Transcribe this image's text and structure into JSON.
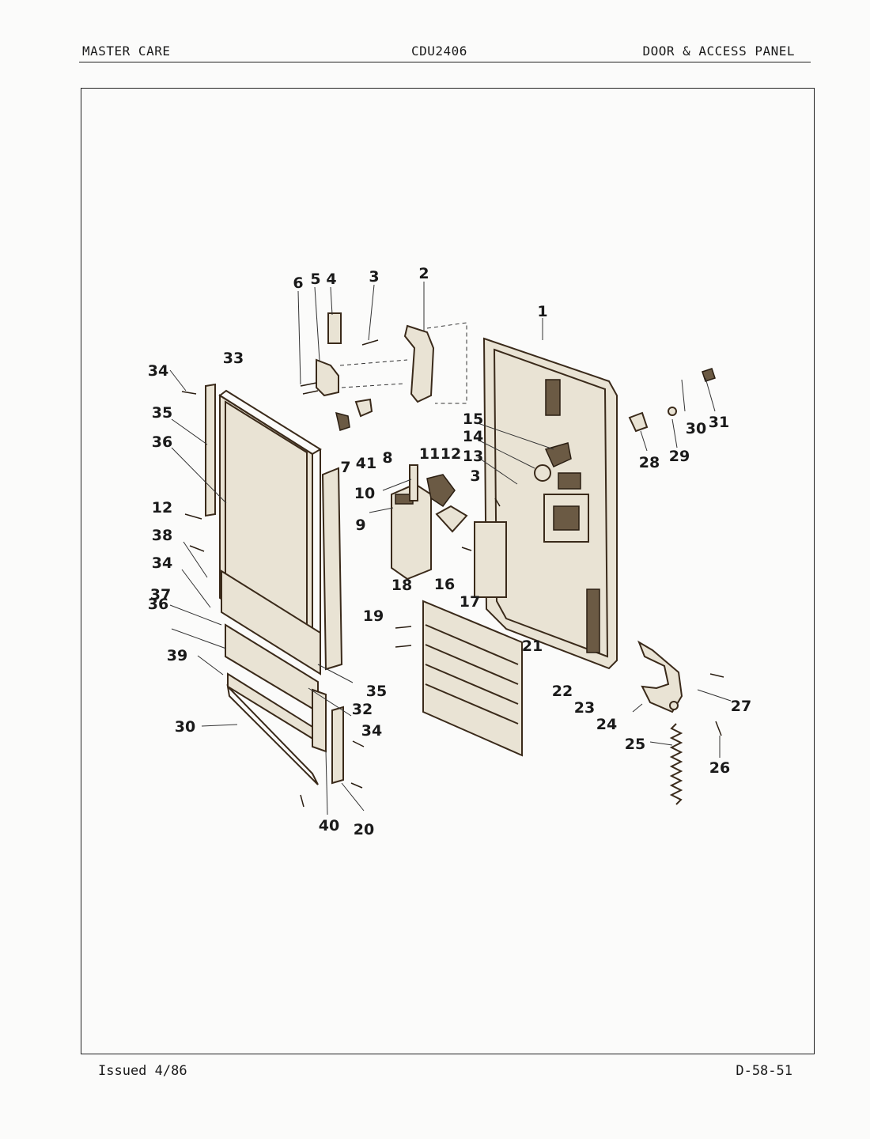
{
  "header": {
    "left": "MASTER CARE",
    "center": "CDU2406",
    "right": "DOOR & ACCESS PANEL"
  },
  "footer": {
    "left": "Issued 4/86",
    "right": "D-58-51"
  },
  "callouts": {
    "c1": "1",
    "c2": "2",
    "c3a": "3",
    "c3b": "3",
    "c4": "4",
    "c5": "5",
    "c6": "6",
    "c7": "7",
    "c8": "8",
    "c9": "9",
    "c10": "10",
    "c11": "11",
    "c12a": "12",
    "c12b": "12",
    "c13": "13",
    "c14": "14",
    "c15": "15",
    "c16": "16",
    "c17": "17",
    "c18": "18",
    "c19": "19",
    "c20": "20",
    "c21": "21",
    "c22": "22",
    "c23": "23",
    "c24": "24",
    "c25": "25",
    "c26": "26",
    "c27": "27",
    "c28": "28",
    "c29": "29",
    "c30a": "30",
    "c30b": "30",
    "c31": "31",
    "c32": "32",
    "c33": "33",
    "c34a": "34",
    "c34b": "34",
    "c34c": "34",
    "c35a": "35",
    "c35b": "35",
    "c36a": "36",
    "c36b": "36",
    "c37": "37",
    "c38": "38",
    "c39": "39",
    "c40": "40",
    "c41": "41"
  }
}
